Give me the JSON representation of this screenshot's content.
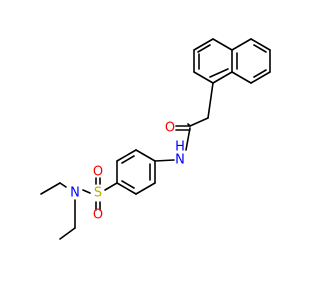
{
  "atoms": {
    "O_carbonyl": "O",
    "N_amide": "N",
    "H_amide": "H",
    "S": "S",
    "O_sulfonyl_top": "O",
    "O_sulfonyl_bottom": "O",
    "N_sulfonamide": "N"
  },
  "colors": {
    "bond": "#000000",
    "oxygen": "#ff0000",
    "nitrogen": "#0000ff",
    "sulfur": "#b2b200",
    "background": "#ffffff"
  }
}
